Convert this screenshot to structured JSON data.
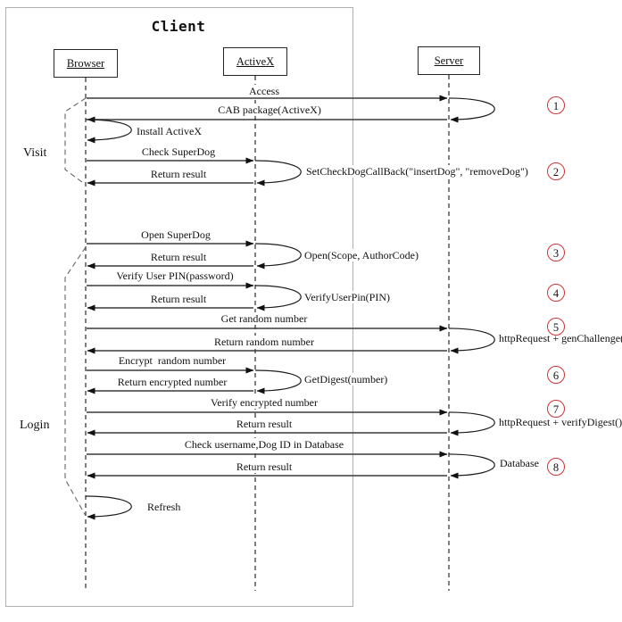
{
  "diagram": {
    "title": "Client",
    "participants": [
      {
        "name": "Browser"
      },
      {
        "name": "ActiveX"
      },
      {
        "name": "Server"
      }
    ],
    "phases": [
      {
        "label": "Visit"
      },
      {
        "label": "Login"
      }
    ],
    "messages": [
      {
        "label": "Access",
        "from": "Browser",
        "to": "Server",
        "kind": "call"
      },
      {
        "label": "",
        "from": "Server",
        "to": "Server",
        "kind": "self"
      },
      {
        "label": "CAB package(ActiveX)",
        "from": "Server",
        "to": "Browser",
        "kind": "return"
      },
      {
        "label": "Install ActiveX",
        "from": "Browser",
        "to": "Browser",
        "kind": "self"
      },
      {
        "label": "Check SuperDog",
        "from": "Browser",
        "to": "ActiveX",
        "kind": "call"
      },
      {
        "label": "SetCheckDogCallBack(\"insertDog\", \"removeDog\")",
        "from": "ActiveX",
        "to": "ActiveX",
        "kind": "self"
      },
      {
        "label": "Return result",
        "from": "ActiveX",
        "to": "Browser",
        "kind": "return"
      },
      {
        "label": "Open SuperDog",
        "from": "Browser",
        "to": "ActiveX",
        "kind": "call"
      },
      {
        "label": "Open(Scope, AuthorCode)",
        "from": "ActiveX",
        "to": "ActiveX",
        "kind": "self"
      },
      {
        "label": "Return result",
        "from": "ActiveX",
        "to": "Browser",
        "kind": "return"
      },
      {
        "label": "Verify User PIN(password)",
        "from": "Browser",
        "to": "ActiveX",
        "kind": "call"
      },
      {
        "label": "VerifyUserPin(PIN)",
        "from": "ActiveX",
        "to": "ActiveX",
        "kind": "self"
      },
      {
        "label": "Return result",
        "from": "ActiveX",
        "to": "Browser",
        "kind": "return"
      },
      {
        "label": "Get random number",
        "from": "Browser",
        "to": "Server",
        "kind": "call"
      },
      {
        "label": "httpRequest + genChallenge()",
        "from": "Server",
        "to": "Server",
        "kind": "self"
      },
      {
        "label": "Return random number",
        "from": "Server",
        "to": "Browser",
        "kind": "return"
      },
      {
        "label": "Encrypt  random number",
        "from": "Browser",
        "to": "ActiveX",
        "kind": "call"
      },
      {
        "label": "GetDigest(number)",
        "from": "ActiveX",
        "to": "ActiveX",
        "kind": "self"
      },
      {
        "label": "Return encrypted number",
        "from": "ActiveX",
        "to": "Browser",
        "kind": "return"
      },
      {
        "label": "Verify encrypted number",
        "from": "Browser",
        "to": "Server",
        "kind": "call"
      },
      {
        "label": "httpRequest + verifyDigest()",
        "from": "Server",
        "to": "Server",
        "kind": "self"
      },
      {
        "label": "Return result",
        "from": "Server",
        "to": "Browser",
        "kind": "return"
      },
      {
        "label": "Check username,Dog ID in Database",
        "from": "Browser",
        "to": "Server",
        "kind": "call"
      },
      {
        "label": "Database",
        "from": "Server",
        "to": "Server",
        "kind": "self"
      },
      {
        "label": "Return result",
        "from": "Server",
        "to": "Browser",
        "kind": "return"
      },
      {
        "label": "Refresh",
        "from": "Browser",
        "to": "Browser",
        "kind": "self"
      }
    ],
    "annotations": [
      "1",
      "2",
      "3",
      "4",
      "5",
      "6",
      "7",
      "8"
    ],
    "colors": {
      "annotation_circle": "#cf3434",
      "boundary_gray": "#b0b0b0",
      "line_dark": "#3a3a3a"
    }
  }
}
